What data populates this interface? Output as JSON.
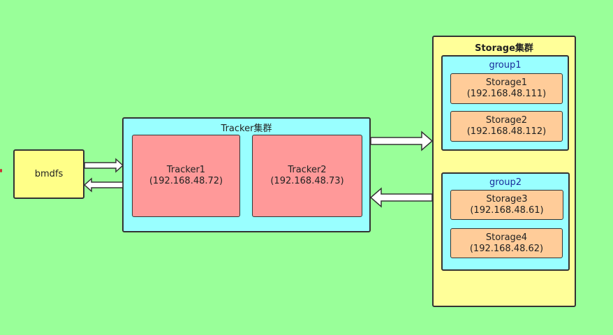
{
  "client": {
    "label": "bmdfs"
  },
  "tracker_cluster": {
    "title": "Tracker集群",
    "trackers": [
      {
        "name": "Tracker1",
        "ip": "(192.168.48.72)"
      },
      {
        "name": "Tracker2",
        "ip": "(192.168.48.73)"
      }
    ]
  },
  "storage_cluster": {
    "title": "Storage集群",
    "groups": [
      {
        "name": "group1",
        "storages": [
          {
            "name": "Storage1",
            "ip": "(192.168.48.111)"
          },
          {
            "name": "Storage2",
            "ip": "(192.168.48.112)"
          }
        ]
      },
      {
        "name": "group2",
        "storages": [
          {
            "name": "Storage3",
            "ip": "(192.168.48.61)"
          },
          {
            "name": "Storage4",
            "ip": "(192.168.48.62)"
          }
        ]
      }
    ]
  },
  "colors": {
    "background": "#99ff99",
    "client": "#ffff88",
    "cluster": "#99ffff",
    "tracker": "#ff9999",
    "storage_cluster": "#ffff99",
    "storage": "#ffcc99"
  }
}
